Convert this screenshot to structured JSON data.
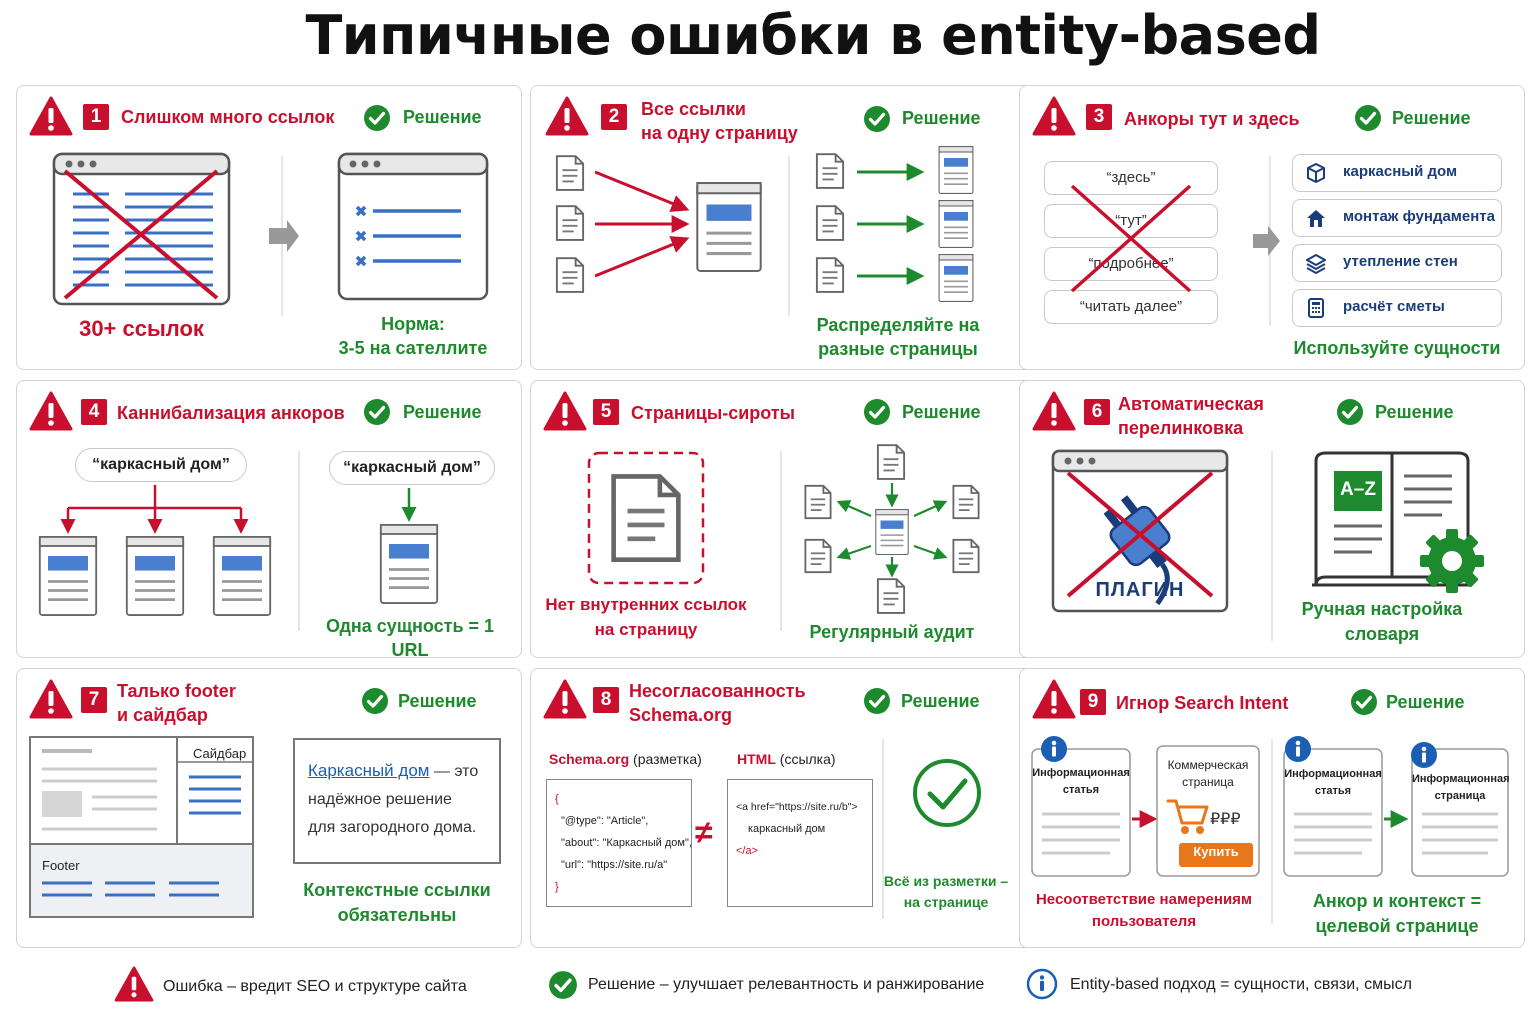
{
  "title": "Типичные ошибки в entity-based перелинковке",
  "solution_label": "Решение",
  "panels": {
    "p1": {
      "num": "1",
      "title": "Слишком много ссылок",
      "error_caption": "30+ ссылок",
      "solution_caption_1": "Норма:",
      "solution_caption_2": "3-5 на сателлите"
    },
    "p2": {
      "num": "2",
      "title_1": "Все ссылки",
      "title_2": "на одну страницу",
      "solution_caption_1": "Распределяйте на",
      "solution_caption_2": "разные страницы"
    },
    "p3": {
      "num": "3",
      "title": "Анкоры тут и здесь",
      "bad_anchors": [
        "“здесь”",
        "“тут”",
        "“подробнее”",
        "“читать далее”"
      ],
      "entities": [
        "каркасный дом",
        "монтаж фундамента",
        "утепление стен",
        "расчёт сметы"
      ],
      "solution_caption": "Используйте сущности"
    },
    "p4": {
      "num": "4",
      "title": "Каннибализация анкоров",
      "anchor_bad": "“каркасный дом”",
      "anchor_good": "“каркасный дом”",
      "solution_caption": "Одна сущность = 1 URL"
    },
    "p5": {
      "num": "5",
      "title": "Страницы-сироты",
      "error_caption_1": "Нет внутренних ссылок",
      "error_caption_2": "на страницу",
      "solution_caption": "Регулярный аудит"
    },
    "p6": {
      "num": "6",
      "title_1": "Автоматическая",
      "title_2": "перелинковка",
      "plugin_label": "ПЛАГИН",
      "dict_label": "A–Z",
      "solution_caption_1": "Ручная настройка",
      "solution_caption_2": "словаря"
    },
    "p7": {
      "num": "7",
      "title_1": "Талько footer",
      "title_2": "и сайдбар",
      "sidebar_label": "Сайдбар",
      "footer_label": "Footer",
      "link_text": "Каркасный дом",
      "text_1": " — это",
      "text_2": "надёжное решение",
      "text_3": "для загородного дома.",
      "solution_caption_1": "Контекстные ссылки",
      "solution_caption_2": "обязательны"
    },
    "p8": {
      "num": "8",
      "title_1": "Несогласованность",
      "title_2": "Schema.org",
      "schema_label_bold": "Schema.org",
      "schema_label_rest": " (разметка)",
      "html_label_bold": "HTML",
      "html_label_rest": " (ссылка)",
      "json_lines": [
        "{",
        "\"@type\": \"Article\",",
        "\"about\": \"Каркасный дом\",",
        "\"url\": \"https://site.ru/a\"",
        "}"
      ],
      "html_lines": [
        "<a href=\"https://site.ru/b\">",
        "каркасный дом",
        "</a>"
      ],
      "neq": "≠",
      "solution_caption_1": "Всё из разметки –",
      "solution_caption_2": "на странице"
    },
    "p9": {
      "num": "9",
      "title": "Игнор Search Intent",
      "info_article_1": "Информационная",
      "info_article_2": "статья",
      "commerce_1": "Коммерческая",
      "commerce_2": "страница",
      "price": "₽₽₽",
      "buy": "Купить",
      "info_article_b1": "Информационная",
      "info_article_b2": "статья",
      "info_page_1": "Информационная",
      "info_page_2": "страница",
      "error_caption_1": "Несоответствие намерениям",
      "error_caption_2": "пользователя",
      "solution_caption_1": "Анкор и контекст =",
      "solution_caption_2": "целевой странице"
    }
  },
  "legend": {
    "error": "Ошибка – вредит SEO и структуре сайта",
    "solution": "Решение – улучшает релевантность и ранжирование",
    "info": "Entity-based подход = сущности, связи, смысл"
  },
  "colors": {
    "red": "#c8102e",
    "green": "#1e8a2e",
    "blue": "#1a5fb4",
    "navy": "#1a3d7a"
  }
}
